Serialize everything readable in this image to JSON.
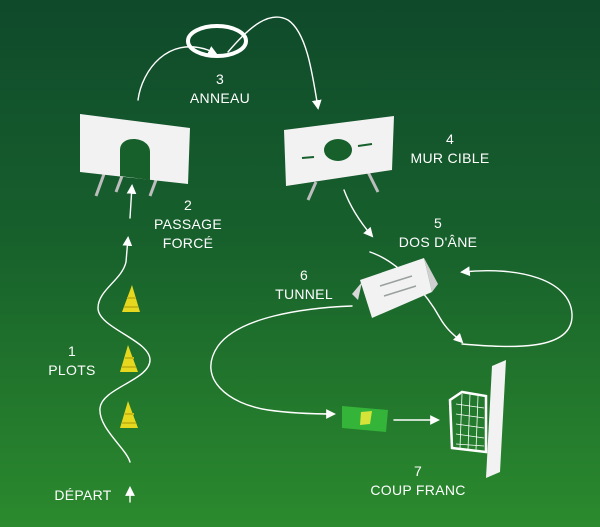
{
  "stations": [
    {
      "number": "1",
      "lines": [
        "PLOTS"
      ]
    },
    {
      "number": "2",
      "lines": [
        "PASSAGE",
        "FORCÉ"
      ]
    },
    {
      "number": "3",
      "lines": [
        "ANNEAU"
      ]
    },
    {
      "number": "4",
      "lines": [
        "MUR CIBLE"
      ]
    },
    {
      "number": "5",
      "lines": [
        "DOS D'ÂNE"
      ]
    },
    {
      "number": "6",
      "lines": [
        "TUNNEL"
      ]
    },
    {
      "number": "7",
      "lines": [
        "COUP FRANC"
      ]
    }
  ],
  "start": {
    "label": "DÉPART"
  },
  "colors": {
    "bg_top": "#0f4a2b",
    "bg_bottom": "#2b8a2d",
    "cone": "#e6d81f",
    "flag": "#35b43a",
    "flag_logo": "#d6e43a",
    "line": "#ffffff",
    "panel": "#f2f2f2"
  }
}
